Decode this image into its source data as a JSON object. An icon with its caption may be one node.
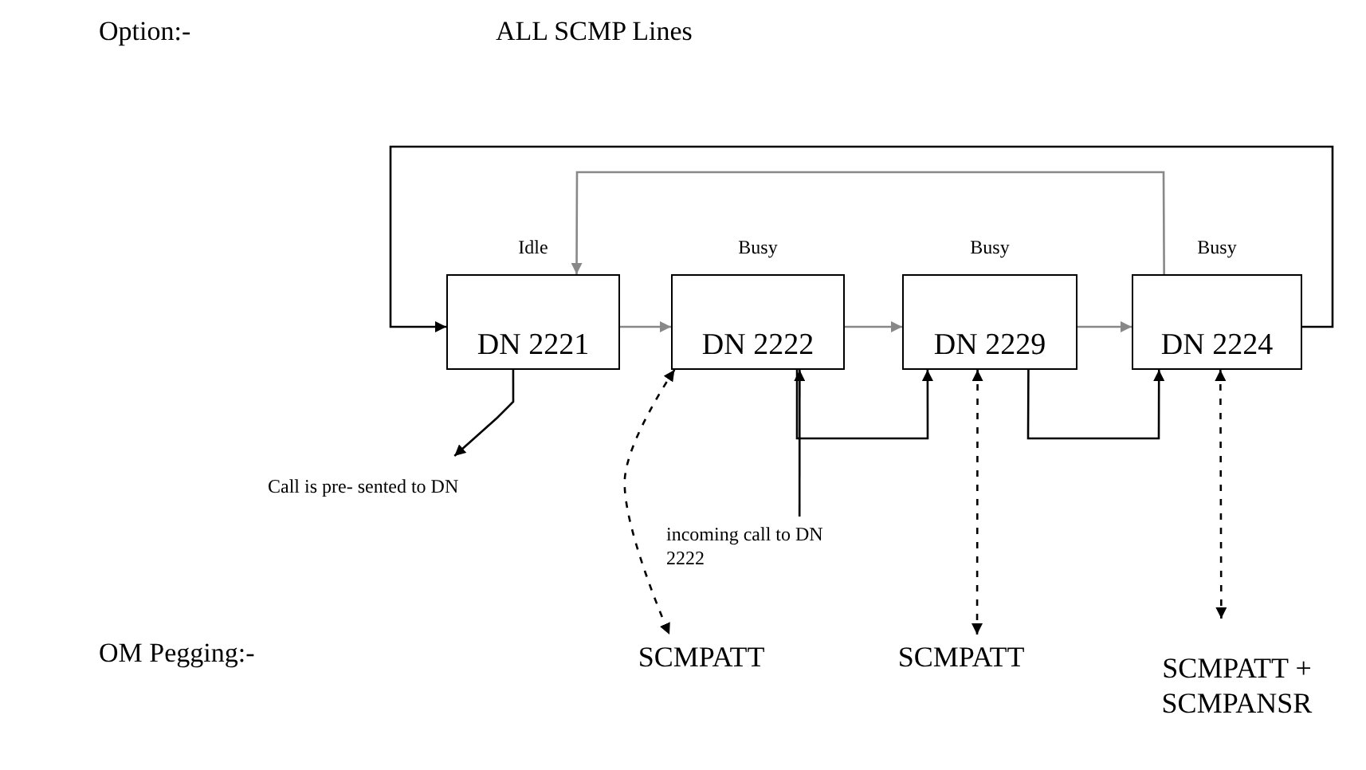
{
  "diagram": {
    "nodes": [
      {
        "text": [
          "DN 2221"
        ],
        "beside": [
          "Idle"
        ]
      },
      {
        "text": [
          "DN 2222"
        ],
        "beside": [
          "Busy"
        ]
      },
      {
        "text": [
          "DN 2229"
        ],
        "beside": [
          "Busy"
        ]
      },
      {
        "text": [
          "DN 2224"
        ],
        "beside": [
          "Busy"
        ]
      },
      {
        "text": [
          "Call is pre- sented to DN"
        ]
      },
      {
        "text": [
          "incoming call to DN 2222"
        ]
      },
      {
        "text": [
          "SCMPATT"
        ]
      },
      {
        "text": [
          "SCMPATT"
        ]
      },
      {
        "text": [
          "SCMPATT + SCMPANSR"
        ]
      }
    ],
    "edges": [
      {
        "from": 0,
        "to": 1,
        "arrow": "to",
        "color": "#888888"
      },
      {
        "from": 1,
        "to": 2,
        "arrow": "to",
        "color": "#888888"
      },
      {
        "from": 2,
        "to": 3,
        "arrow": "to",
        "color": "#888888"
      },
      {
        "from": 3,
        "to": 0,
        "arrow": "to",
        "color": "#888888"
      },
      {
        "from": 3,
        "to": 0,
        "arrow": "to"
      },
      {
        "from": 0,
        "to": 4,
        "arrow": "to"
      },
      {
        "from": 5,
        "to": 1,
        "arrow": "to"
      },
      {
        "from": 1,
        "to": 2,
        "arrow": "to"
      },
      {
        "from": 2,
        "to": 3,
        "arrow": "to"
      },
      {
        "from": 1,
        "to": 6,
        "arrow": "both",
        "style": "dashed"
      },
      {
        "from": 2,
        "to": 7,
        "arrow": "both",
        "style": "dashed"
      },
      {
        "from": 3,
        "to": 8,
        "arrow": "both",
        "style": "dashed"
      }
    ],
    "labels": [
      "Option:-",
      "ALL SCMP Lines",
      "OM Pegging:-"
    ]
  }
}
